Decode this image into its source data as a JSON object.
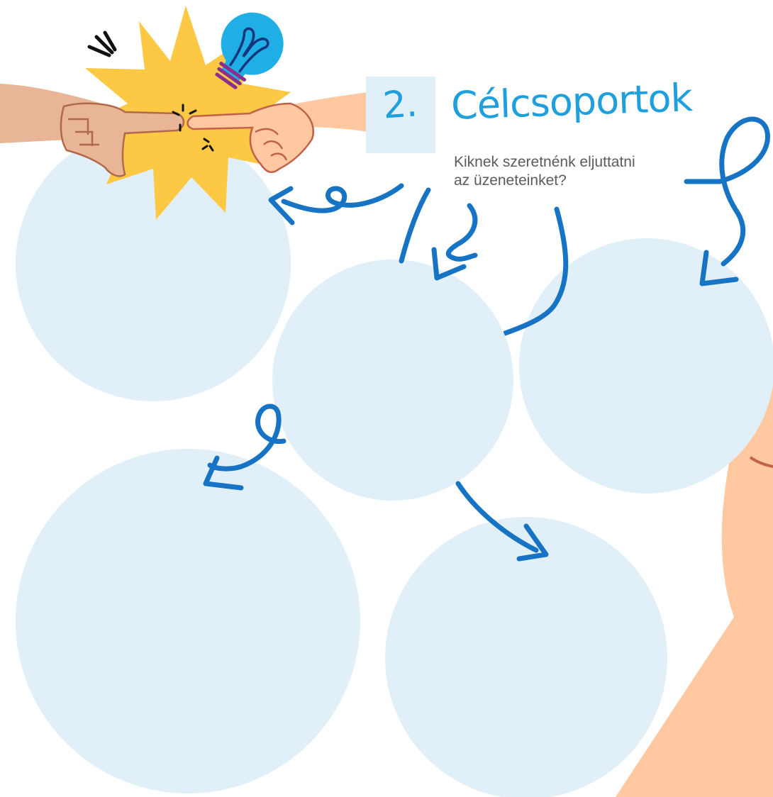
{
  "heading": {
    "number": "2.",
    "title": "Célcsoportok",
    "subtitle_lines": [
      "Kiknek szeretnénk eljuttatni",
      "az üzeneteinket?"
    ]
  },
  "colors": {
    "circle_fill": "#e1f0f8",
    "arrow_blue": "#1774c5",
    "heading_blue": "#1fa0dc",
    "burst_yellow": "#fdc843",
    "skin_left": "#e8b597",
    "skin_right": "#ffc8a0",
    "bulb_blue": "#20aee6"
  },
  "icons": [
    "lightbulb-icon",
    "starburst-icon",
    "spark-lines-icon"
  ]
}
